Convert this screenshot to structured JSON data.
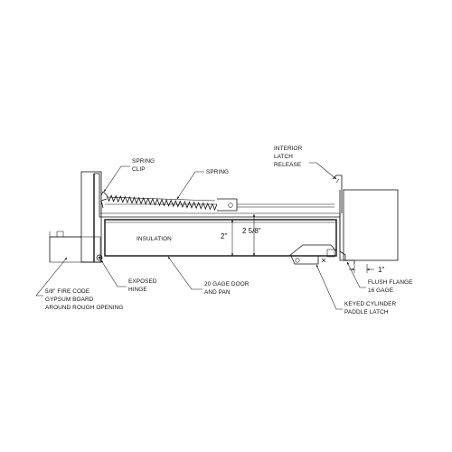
{
  "labels": {
    "spring_clip": [
      "SPRING",
      "CLIP"
    ],
    "spring": "SPRING",
    "interior_latch_release": [
      "INTERIOR",
      "LATCH",
      "RELEASE"
    ],
    "insulation": "INSULATION",
    "dim_2": "2\"",
    "dim_2_5_8": "2 5/8\"",
    "dim_1": "1\"",
    "exposed_hinge": [
      "EXPOSED",
      "HINGE"
    ],
    "door_and_pan": [
      "20 GAGE DOOR",
      "AND PAN"
    ],
    "flush_flange": [
      "FLUSH FLANGE",
      "16 GAGE"
    ],
    "gypsum_board": [
      "5/8\" FIRE CODE",
      "GYPSUM BOARD",
      "AROUND ROUGH OPENING"
    ],
    "paddle_latch": [
      "KEYED CYLINDER",
      "PADDLE LATCH"
    ]
  }
}
